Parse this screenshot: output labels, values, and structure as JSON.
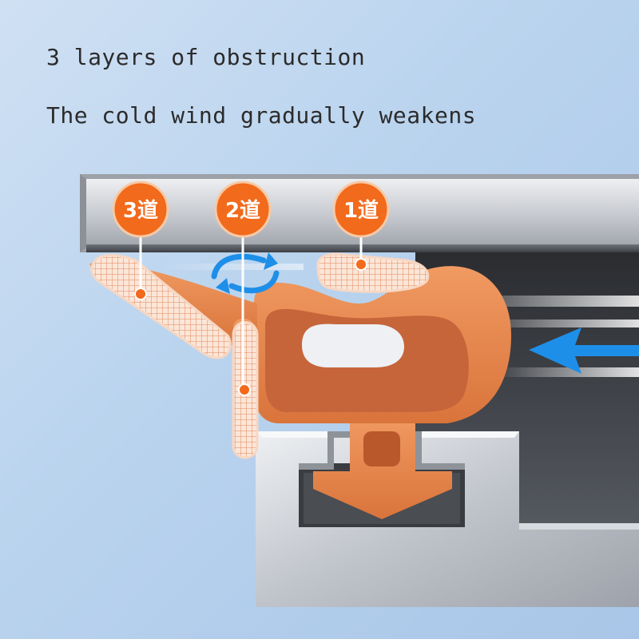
{
  "caption": {
    "line1": "3 layers of obstruction",
    "line2": "The cold wind gradually weakens"
  },
  "layers": [
    {
      "label": "3道"
    },
    {
      "label": "2道"
    },
    {
      "label": "1道"
    }
  ],
  "colors": {
    "seal_orange": "#e8834a",
    "badge_orange": "#f26a1b",
    "arrow_blue": "#1e8fe8",
    "frame_silver": "#c9ccd2"
  },
  "icons": {
    "wind": "wind-arrow-icon",
    "airflow": "circular-airflow-icon"
  }
}
